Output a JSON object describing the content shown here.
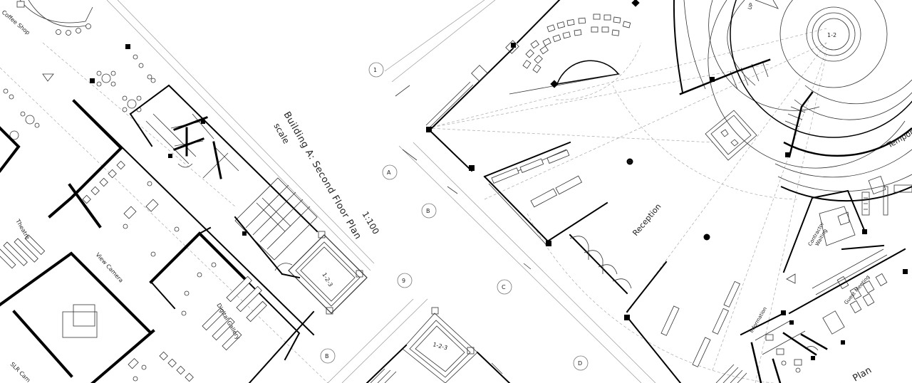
{
  "drawing": {
    "title_line1": "Building A: Second Floor Plan",
    "title_line2": "scale",
    "title_scale": "1:100"
  },
  "rooms": {
    "coffee_shop": "Coffee Shop",
    "theatre": "Theatre",
    "view_camera": "View Camera",
    "digital_gallery": "Digital Gallery",
    "slr": "SLR Cam",
    "reception": "Reception",
    "contractor_waiting_1": "Contractor",
    "contractor_waiting_2": "Waiting",
    "guest_meeting": "Guest Meeting",
    "information": "Information",
    "temporary": "Tempora",
    "plan_fragment": "Plan",
    "up": "UP"
  },
  "lifts": {
    "lift_1": "1-2-3",
    "lift_2": "1-2-3",
    "lift_3": "1-2"
  },
  "grid_labels": {
    "g1": "1",
    "gA": "A",
    "gB": "B",
    "gC": "C",
    "gD": "D",
    "g9": "9",
    "gB2": "B"
  }
}
